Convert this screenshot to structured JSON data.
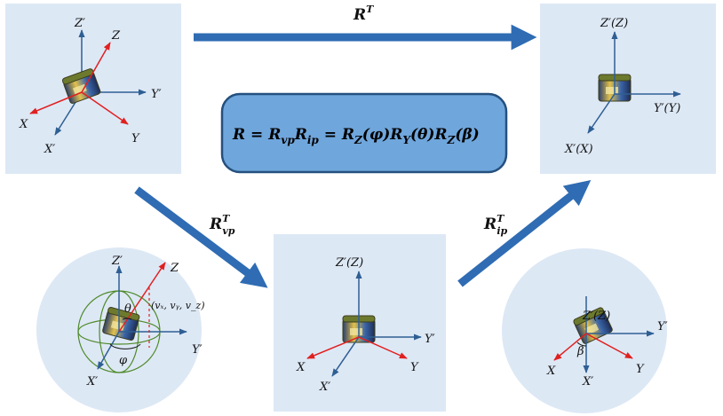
{
  "colors": {
    "panel_bg": "#dde8f5",
    "axis_blue": "#2e5f93",
    "axis_red": "#e02020",
    "arrow_blue": "#2f6cb3",
    "formula_fill": "#6fa6dc",
    "formula_stroke": "#24507e",
    "sphere_green": "#4f8a2a"
  },
  "arrows": {
    "top_label": "R",
    "top_sup": "T",
    "vp_label": "R",
    "vp_sup": "T",
    "vp_sub": "vp",
    "ip_label": "R",
    "ip_sup": "T",
    "ip_sub": "ip"
  },
  "formula": "R = Rᵥₚ Rᵢₚ = R_Z(φ) R_Y(θ) R_Z(β)",
  "formula_parts": {
    "p1": "R = R",
    "p1_sub": "vp",
    "p2": "R",
    "p2_sub": "ip",
    "p3": " = R",
    "p3_sub": "Z",
    "p4": "(φ)R",
    "p4_sub": "Y",
    "p5": "(θ)R",
    "p5_sub": "Z",
    "p6": "(β)"
  },
  "panel_top_left": {
    "z_prime": "Z′",
    "y_prime": "Y′",
    "x_prime": "X′",
    "z": "Z",
    "y": "Y",
    "x": "X"
  },
  "panel_top_right": {
    "z_axis": "Z′(Z)",
    "y_axis": "Y′(Y)",
    "x_axis": "X′(X)"
  },
  "panel_bottom_center": {
    "z_axis": "Z′(Z)",
    "y_prime": "Y′",
    "x_prime": "X′",
    "x": "X",
    "y": "Y"
  },
  "circle_left": {
    "z_prime": "Z′",
    "z": "Z",
    "y_prime": "Y′",
    "x_prime": "X′",
    "theta": "θ",
    "phi": "φ",
    "vector": "(vₓ, vᵧ, v_z)"
  },
  "circle_right": {
    "z_axis": "Z′(Z)",
    "y_prime": "Y′",
    "x_prime": "X′",
    "x": "X",
    "y": "Y",
    "beta": "β"
  }
}
